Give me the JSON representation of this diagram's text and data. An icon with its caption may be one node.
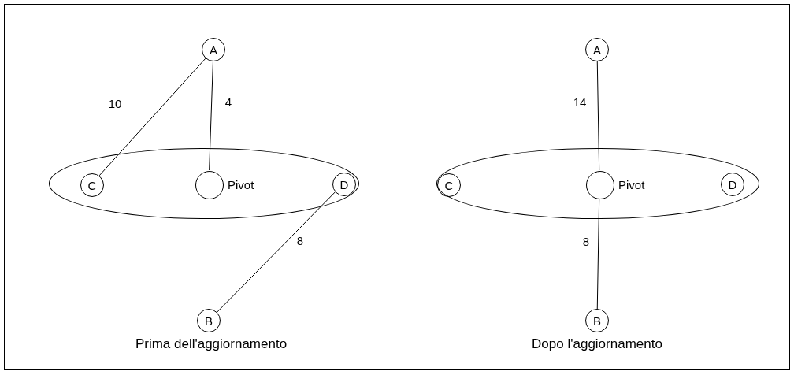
{
  "diagram": {
    "nodes": [
      {
        "text": [
          "A"
        ]
      },
      {
        "text": [],
        "shape": "ellipse"
      },
      {
        "text": [
          "C"
        ],
        "in": 1
      },
      {
        "text": [],
        "shape": "circle",
        "in": 1,
        "beside": [
          "Pivot"
        ]
      },
      {
        "text": [
          "D"
        ],
        "in": 1
      },
      {
        "text": [
          "B"
        ]
      },
      {
        "text": [
          "A"
        ]
      },
      {
        "text": [],
        "shape": "ellipse"
      },
      {
        "text": [
          "C"
        ],
        "in": 7
      },
      {
        "text": [],
        "shape": "circle",
        "in": 7,
        "beside": [
          "Pivot"
        ]
      },
      {
        "text": [
          "D"
        ],
        "in": 7
      },
      {
        "text": [
          "B"
        ]
      }
    ],
    "edges": [
      {
        "from": 0,
        "to": 2,
        "arrow": "none",
        "label": "10"
      },
      {
        "from": 0,
        "to": 3,
        "arrow": "none",
        "label": "4"
      },
      {
        "from": 4,
        "to": 5,
        "arrow": "none",
        "label": "8"
      },
      {
        "from": 6,
        "to": 9,
        "arrow": "none",
        "label": "14"
      },
      {
        "from": 9,
        "to": 11,
        "arrow": "none",
        "label": "8"
      }
    ],
    "labels": [
      "Prima dell'aggiornamento",
      "Dopo l'aggiornamento"
    ]
  }
}
